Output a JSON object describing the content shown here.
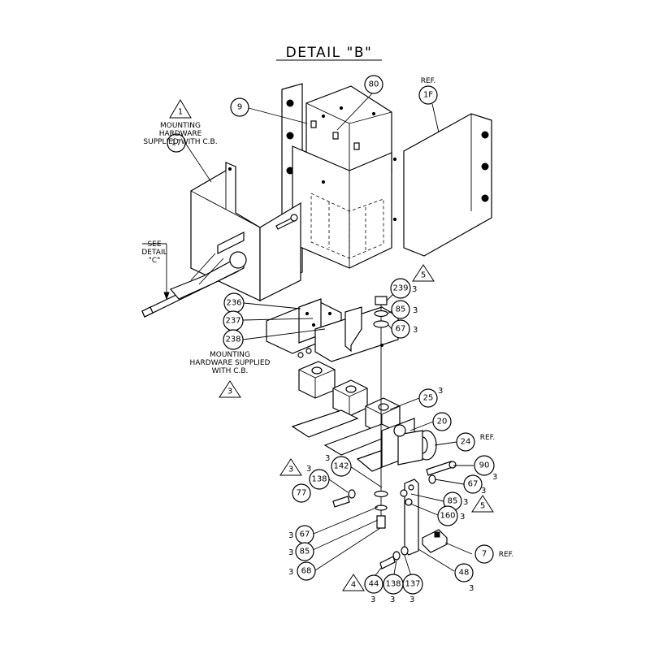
{
  "title": "DETAIL \"B\"",
  "notes": {
    "mounting_top": [
      "MOUNTING",
      "HARDWARE",
      "SUPPLIED WITH C.B."
    ],
    "mounting_mid": [
      "MOUNTING",
      "HARDWARE SUPPLIED",
      "WITH C.B."
    ],
    "see_detail": [
      "SEE",
      "DETAIL",
      "\"C\""
    ],
    "ref": "REF."
  },
  "flags": {
    "f1": "1",
    "f3a": "3",
    "f3b": "3",
    "f4": "4",
    "f5a": "5",
    "f5b": "5"
  },
  "callouts": {
    "c9": "9",
    "c80": "80",
    "c1F": "1F",
    "c17": "17",
    "c236": "236",
    "c237": "237",
    "c238": "238",
    "c239": "239",
    "c85a": "85",
    "c67a": "67",
    "c25": "25",
    "c20": "20",
    "c24": "24",
    "c90": "90",
    "c67b": "67",
    "c142": "142",
    "c138a": "138",
    "c77": "77",
    "c85b": "85",
    "c160": "160",
    "c67c": "67",
    "c85c": "85",
    "c68": "68",
    "c7": "7",
    "c48": "48",
    "c44": "44",
    "c138b": "138",
    "c137": "137"
  },
  "qty": "3"
}
